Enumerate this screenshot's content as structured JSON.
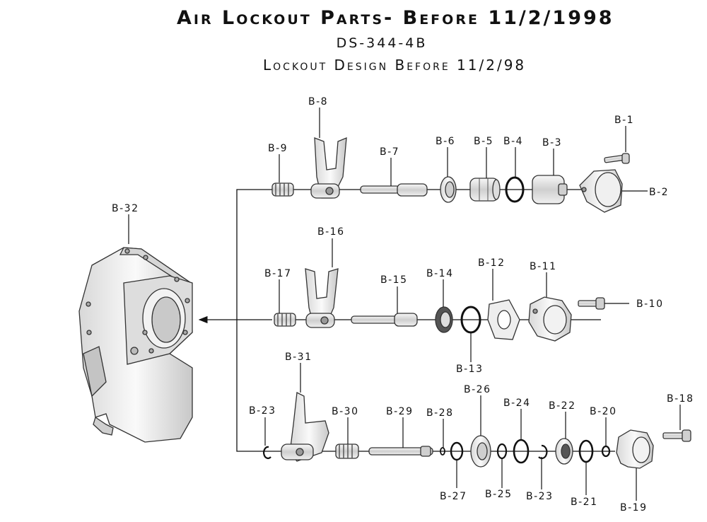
{
  "title": "Air Lockout Parts- Before 11/2/1998",
  "subtitle": "DS-344-4B",
  "caption": "Lockout Design Before 11/2/98",
  "labels": {
    "b1": "B-1",
    "b2": "B-2",
    "b3": "B-3",
    "b4": "B-4",
    "b5": "B-5",
    "b6": "B-6",
    "b7": "B-7",
    "b8": "B-8",
    "b9": "B-9",
    "b10": "B-10",
    "b11": "B-11",
    "b12": "B-12",
    "b13": "B-13",
    "b14": "B-14",
    "b15": "B-15",
    "b16": "B-16",
    "b17": "B-17",
    "b18": "B-18",
    "b19": "B-19",
    "b20": "B-20",
    "b21": "B-21",
    "b22": "B-22",
    "b23a": "B-23",
    "b23b": "B-23",
    "b24": "B-24",
    "b25": "B-25",
    "b26": "B-26",
    "b27": "B-27",
    "b28": "B-28",
    "b29": "B-29",
    "b30": "B-30",
    "b31": "B-31",
    "b32": "B-32"
  }
}
